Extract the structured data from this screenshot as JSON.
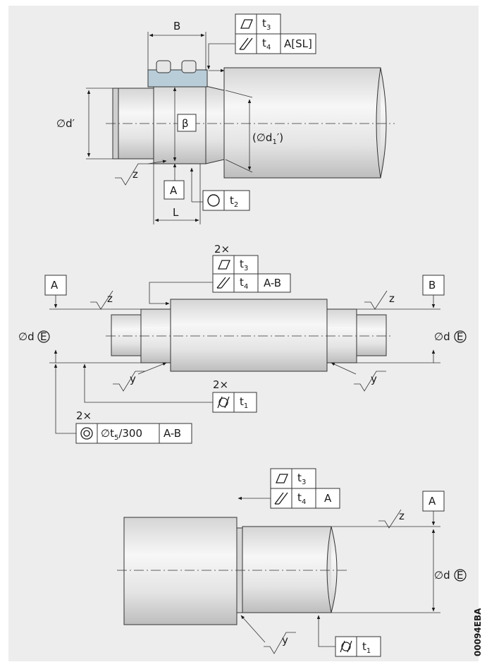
{
  "top_view": {
    "dim_B": "B",
    "dim_L": "L",
    "dia_d_prime": "∅d′",
    "beta": "β",
    "dia_d1_prime": "(∅d",
    "dia_d1_prime_sub": "1",
    "dia_d1_prime_end": "′)",
    "rough_z": "z",
    "datum_A": "A",
    "fcf_flat_tol": "t",
    "fcf_flat_sub": "3",
    "fcf_runout_tol": "t",
    "fcf_runout_sub": "4",
    "fcf_runout_ref": "A[SL]",
    "fcf_round_tol": "t",
    "fcf_round_sub": "2"
  },
  "mid_view": {
    "mult_top": "2×",
    "fcf_flat_tol": "t",
    "fcf_flat_sub": "3",
    "fcf_runout_tol": "t",
    "fcf_runout_sub": "4",
    "fcf_runout_ref": "A-B",
    "datum_A": "A",
    "datum_B": "B",
    "dia_left": "∅d",
    "dia_right": "∅d",
    "envelope": "E",
    "rough_z_left": "z",
    "rough_z_right": "z",
    "rough_y_left": "y",
    "rough_y_right": "y",
    "mult_cyl": "2×",
    "fcf_cyl_tol": "t",
    "fcf_cyl_sub": "1",
    "mult_coax": "2×",
    "fcf_coax_tol": "∅t",
    "fcf_coax_sub": "5",
    "fcf_coax_len": "/300",
    "fcf_coax_ref": "A-B"
  },
  "bottom_view": {
    "fcf_flat_tol": "t",
    "fcf_flat_sub": "3",
    "fcf_runout_tol": "t",
    "fcf_runout_sub": "4",
    "fcf_runout_ref": "A",
    "datum_A": "A",
    "rough_z": "z",
    "rough_y": "y",
    "dia": "∅d",
    "envelope": "E",
    "fcf_cyl_tol": "t",
    "fcf_cyl_sub": "1"
  },
  "drawing_code": "00094EBA",
  "colors": {
    "shaft_light": "#f2f2f2",
    "shaft_dark": "#c9c9c9",
    "bearing_blue": "#b9cdd8",
    "line": "#1a1a1a"
  }
}
